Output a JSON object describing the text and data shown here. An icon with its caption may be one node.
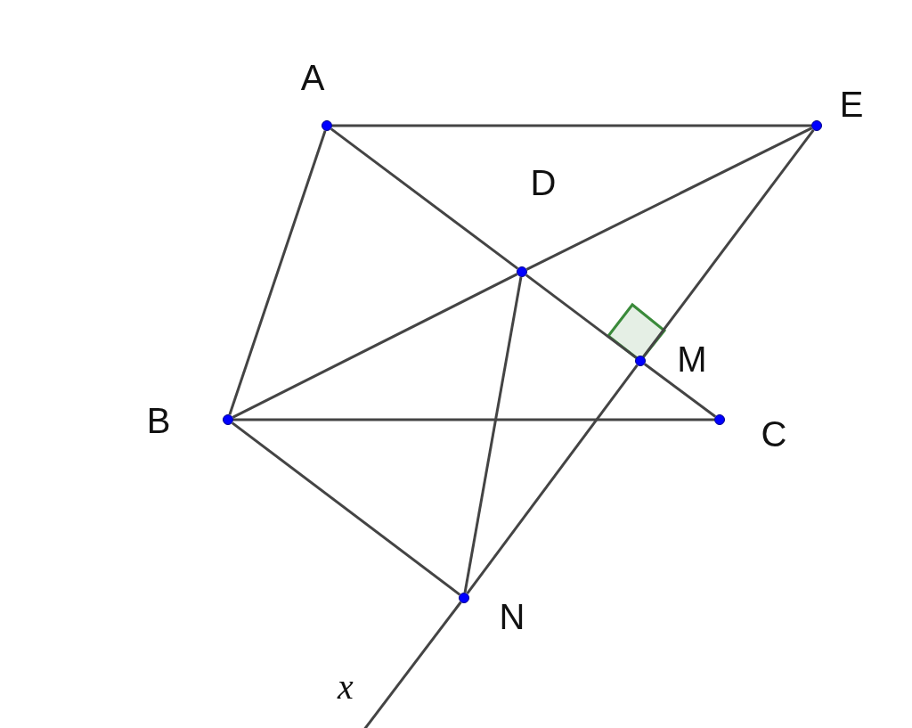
{
  "diagram": {
    "nodes": [
      {
        "text": [],
        "shape": "circle",
        "beside": [
          "A"
        ]
      },
      {
        "text": [],
        "shape": "circle",
        "beside": [
          "E"
        ]
      },
      {
        "text": [],
        "shape": "circle",
        "beside": [
          "D"
        ]
      },
      {
        "text": [],
        "shape": "circle",
        "beside": [
          "M"
        ]
      },
      {
        "text": [],
        "shape": "circle",
        "beside": [
          "B"
        ]
      },
      {
        "text": [],
        "shape": "circle",
        "beside": [
          "C"
        ]
      },
      {
        "text": [],
        "shape": "circle",
        "beside": [
          "N"
        ]
      }
    ],
    "edges": [
      {
        "from": 0,
        "to": 1,
        "arrow": "none"
      },
      {
        "from": 0,
        "to": 2,
        "arrow": "none"
      },
      {
        "from": 2,
        "to": 3,
        "arrow": "none"
      },
      {
        "from": 3,
        "to": 5,
        "arrow": "none"
      },
      {
        "from": 0,
        "to": 4,
        "arrow": "none"
      },
      {
        "from": 4,
        "to": 2,
        "arrow": "none"
      },
      {
        "from": 2,
        "to": 1,
        "arrow": "none"
      },
      {
        "from": 4,
        "to": 5,
        "arrow": "none"
      },
      {
        "from": 4,
        "to": 6,
        "arrow": "none"
      },
      {
        "from": 2,
        "to": 6,
        "arrow": "none"
      },
      {
        "from": 1,
        "to": 3,
        "arrow": "none"
      },
      {
        "from": 3,
        "to": 6,
        "arrow": "none"
      },
      {
        "from": 6,
        "to": null,
        "arrow": "none"
      }
    ],
    "labels": [
      "x"
    ]
  }
}
